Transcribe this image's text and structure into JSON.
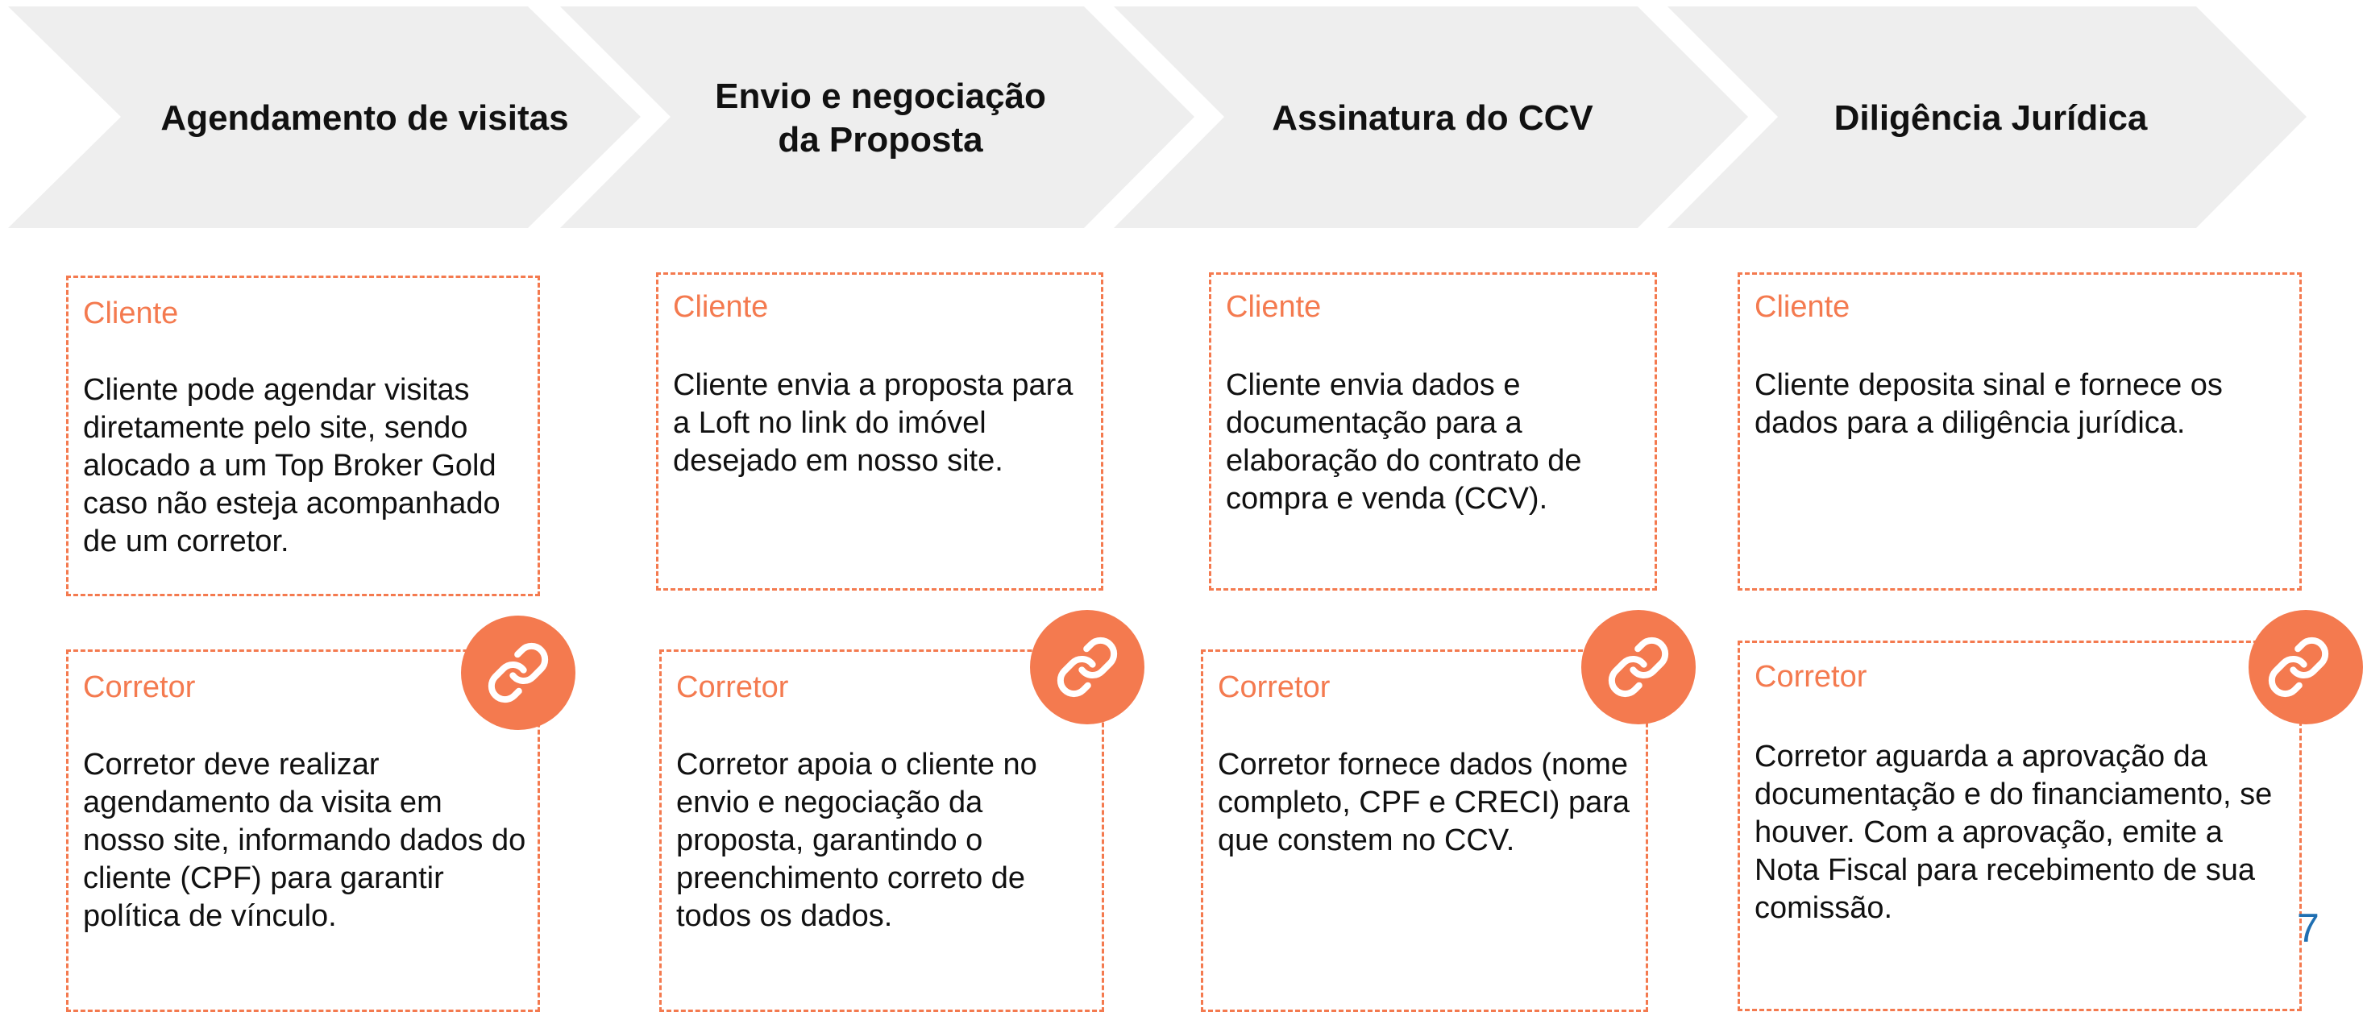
{
  "colors": {
    "accent": "#f47a4f",
    "chevron_fill": "#eeeeee",
    "text": "#111111",
    "page_number": "#1f6fb2"
  },
  "steps": [
    {
      "title": "Agendamento de visitas",
      "cliente": {
        "label": "Cliente",
        "text": "Cliente pode agendar visitas diretamente pelo site, sendo alocado a um Top Broker Gold caso não esteja acompanhado de um corretor."
      },
      "corretor": {
        "label": "Corretor",
        "text": "Corretor deve realizar agendamento da visita em nosso site, informando dados do cliente (CPF) para garantir política de vínculo."
      }
    },
    {
      "title": "Envio e negociação da Proposta",
      "cliente": {
        "label": "Cliente",
        "text": "Cliente envia a proposta para a Loft no link do imóvel desejado em nosso site."
      },
      "corretor": {
        "label": "Corretor",
        "text": "Corretor apoia o cliente no envio e negociação da proposta, garantindo o preenchimento correto de todos os dados."
      }
    },
    {
      "title": "Assinatura do CCV",
      "cliente": {
        "label": "Cliente",
        "text": "Cliente envia dados e documentação para a elaboração do contrato de compra e venda (CCV)."
      },
      "corretor": {
        "label": "Corretor",
        "text": "Corretor fornece dados (nome completo, CPF e CRECI) para que constem no CCV."
      }
    },
    {
      "title": "Diligência Jurídica",
      "cliente": {
        "label": "Cliente",
        "text": "Cliente deposita sinal e fornece os dados para a diligência jurídica."
      },
      "corretor": {
        "label": "Corretor",
        "text": "Corretor aguarda a aprovação da documentação e do financiamento, se houver. Com a aprovação, emite a Nota Fiscal para recebimento de sua comissão."
      }
    }
  ],
  "icons": {
    "link": "link-icon"
  },
  "page_number": "7"
}
